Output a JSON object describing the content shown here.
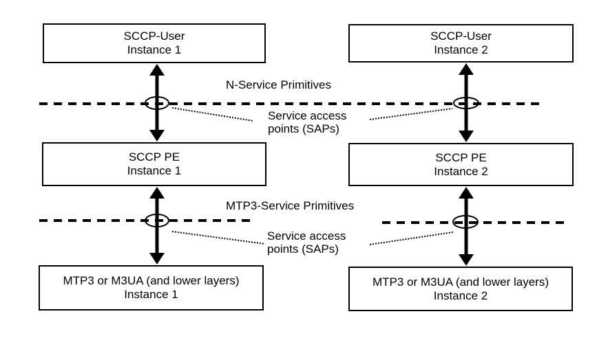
{
  "boxes": {
    "sccp_user_1": {
      "name": "SCCP-User",
      "instance": "Instance 1"
    },
    "sccp_user_2": {
      "name": "SCCP-User",
      "instance": "Instance 2"
    },
    "sccp_pe_1": {
      "name": "SCCP PE",
      "instance": "Instance 1"
    },
    "sccp_pe_2": {
      "name": "SCCP PE",
      "instance": "Instance 2"
    },
    "mtp3_1": {
      "name": "MTP3 or M3UA (and lower layers)",
      "instance": "Instance 1"
    },
    "mtp3_2": {
      "name": "MTP3 or M3UA (and lower layers)",
      "instance": "Instance 2"
    }
  },
  "labels": {
    "n_service_primitives": "N-Service Primitives",
    "mtp3_service_primitives": "MTP3-Service Primitives",
    "sap_line1": "Service access",
    "sap_line2": "points (SAPs)"
  },
  "colors": {
    "stroke": "#000000",
    "background": "#ffffff",
    "text": "#000000"
  }
}
